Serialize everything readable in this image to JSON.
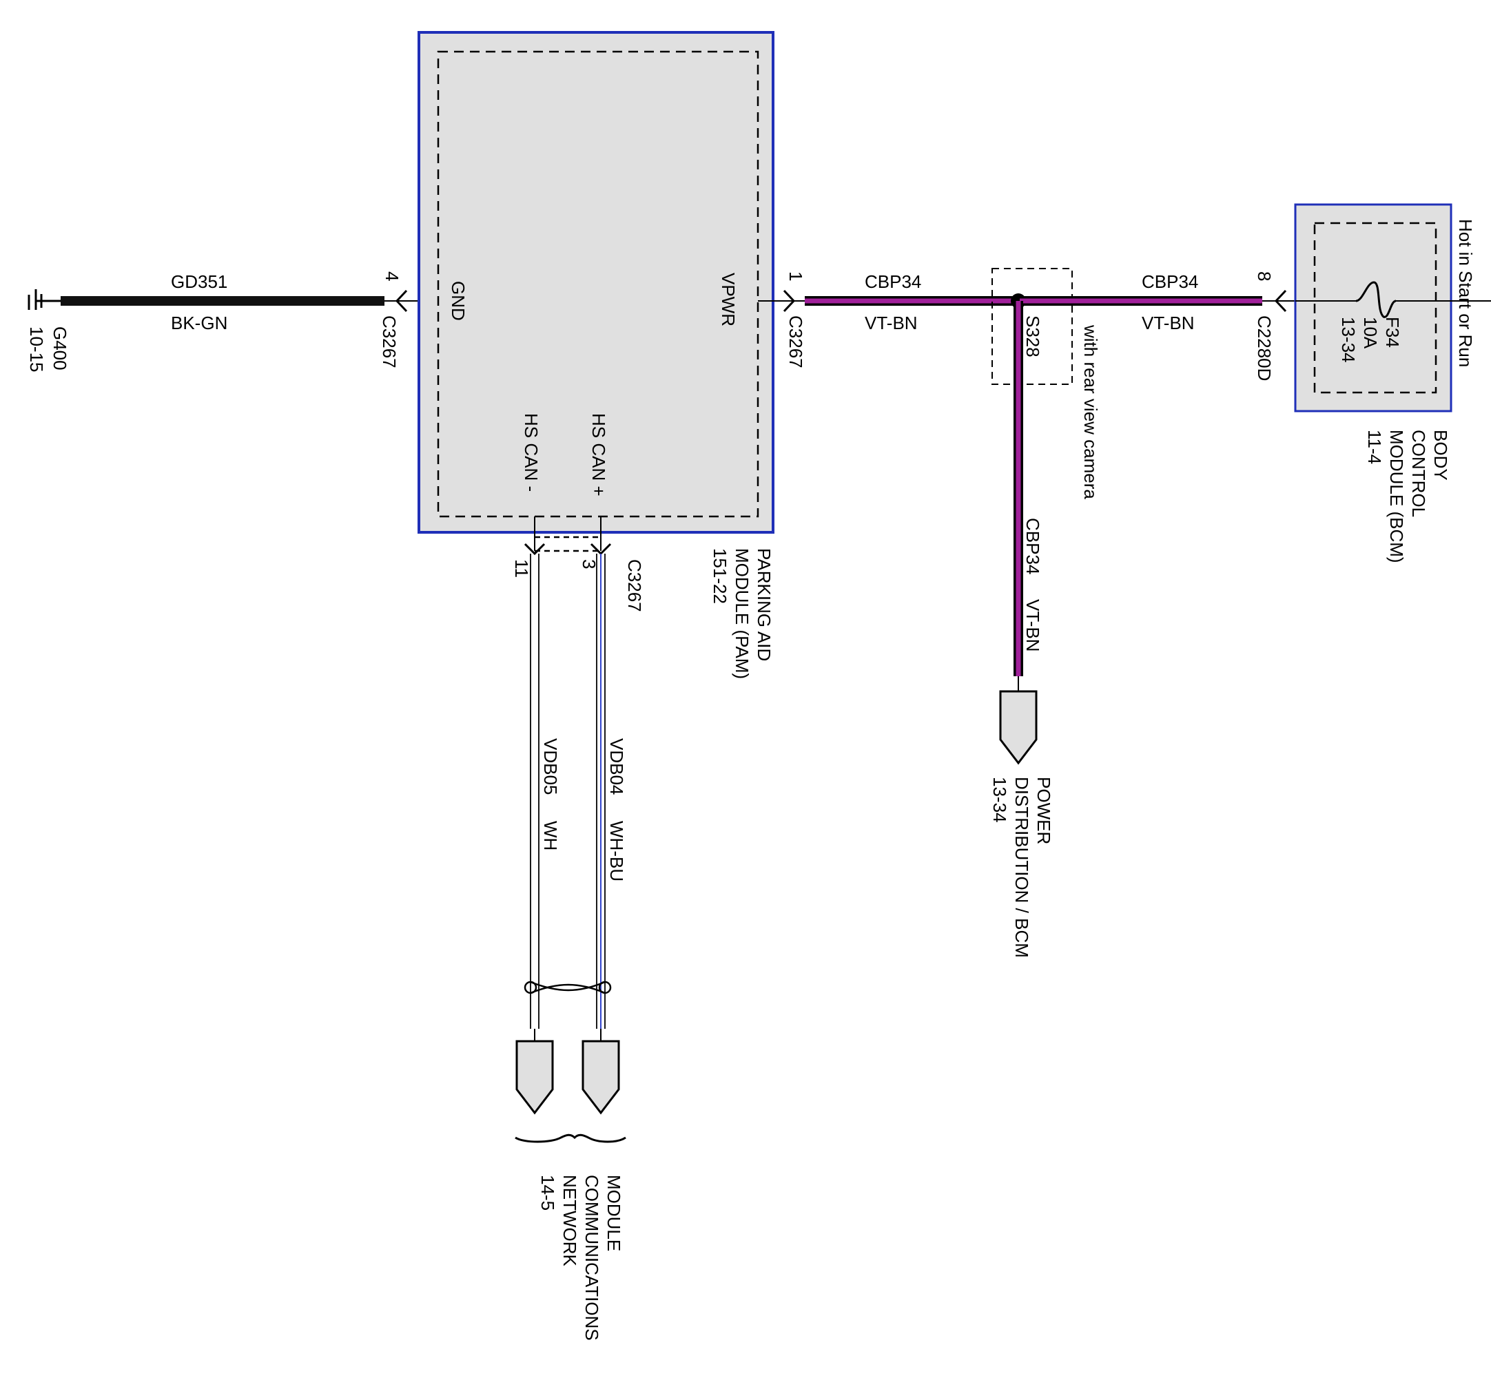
{
  "ground": {
    "id": "G400",
    "ref": "10-15"
  },
  "ground_wire": {
    "circuit": "GD351",
    "color_code": "BK-GN",
    "wire_color": "#111111"
  },
  "pam_module": {
    "name_line1": "PARKING AID",
    "name_line2": "MODULE (PAM)",
    "ref": "151-22",
    "pins": {
      "gnd": "GND",
      "vpwr": "VPWR",
      "can_minus": "HS CAN -",
      "can_plus": "HS CAN +"
    },
    "border_color": "#1f2fb8",
    "fill_color": "#e0e0e0"
  },
  "connectors": {
    "pam_gnd_pin": "4",
    "pam_gnd_conn": "C3267",
    "pam_vpwr_pin": "1",
    "pam_vpwr_conn": "C3267",
    "pam_can_minus_pin": "11",
    "pam_can_plus_pin": "3",
    "pam_can_conn": "C3267",
    "bcm_pin": "8",
    "bcm_conn": "C2280D"
  },
  "power_wire": {
    "circuit": "CBP34",
    "color_code": "VT-BN",
    "wire_color": "#a0209a"
  },
  "splice": {
    "id": "S328",
    "note": "with rear view camera"
  },
  "power_distribution": {
    "line1": "POWER",
    "line2": "DISTRIBUTION / BCM",
    "ref": "13-34"
  },
  "bcm": {
    "line1": "BODY",
    "line2": "CONTROL",
    "line3": "MODULE (BCM)",
    "ref": "11-4",
    "hot_label": "Hot in Start or Run",
    "fuse_id": "F34",
    "fuse_rating": "10A",
    "fuse_ref": "13-34",
    "border_color": "#1f2fb8"
  },
  "can_wires": {
    "minus_circuit": "VDB05",
    "minus_color": "WH",
    "plus_circuit": "VDB04",
    "plus_color": "WH-BU",
    "plus_stripe_color": "#3344cc"
  },
  "network": {
    "line1": "MODULE",
    "line2": "COMMUNICATIONS",
    "line3": "NETWORK",
    "ref": "14-5"
  }
}
